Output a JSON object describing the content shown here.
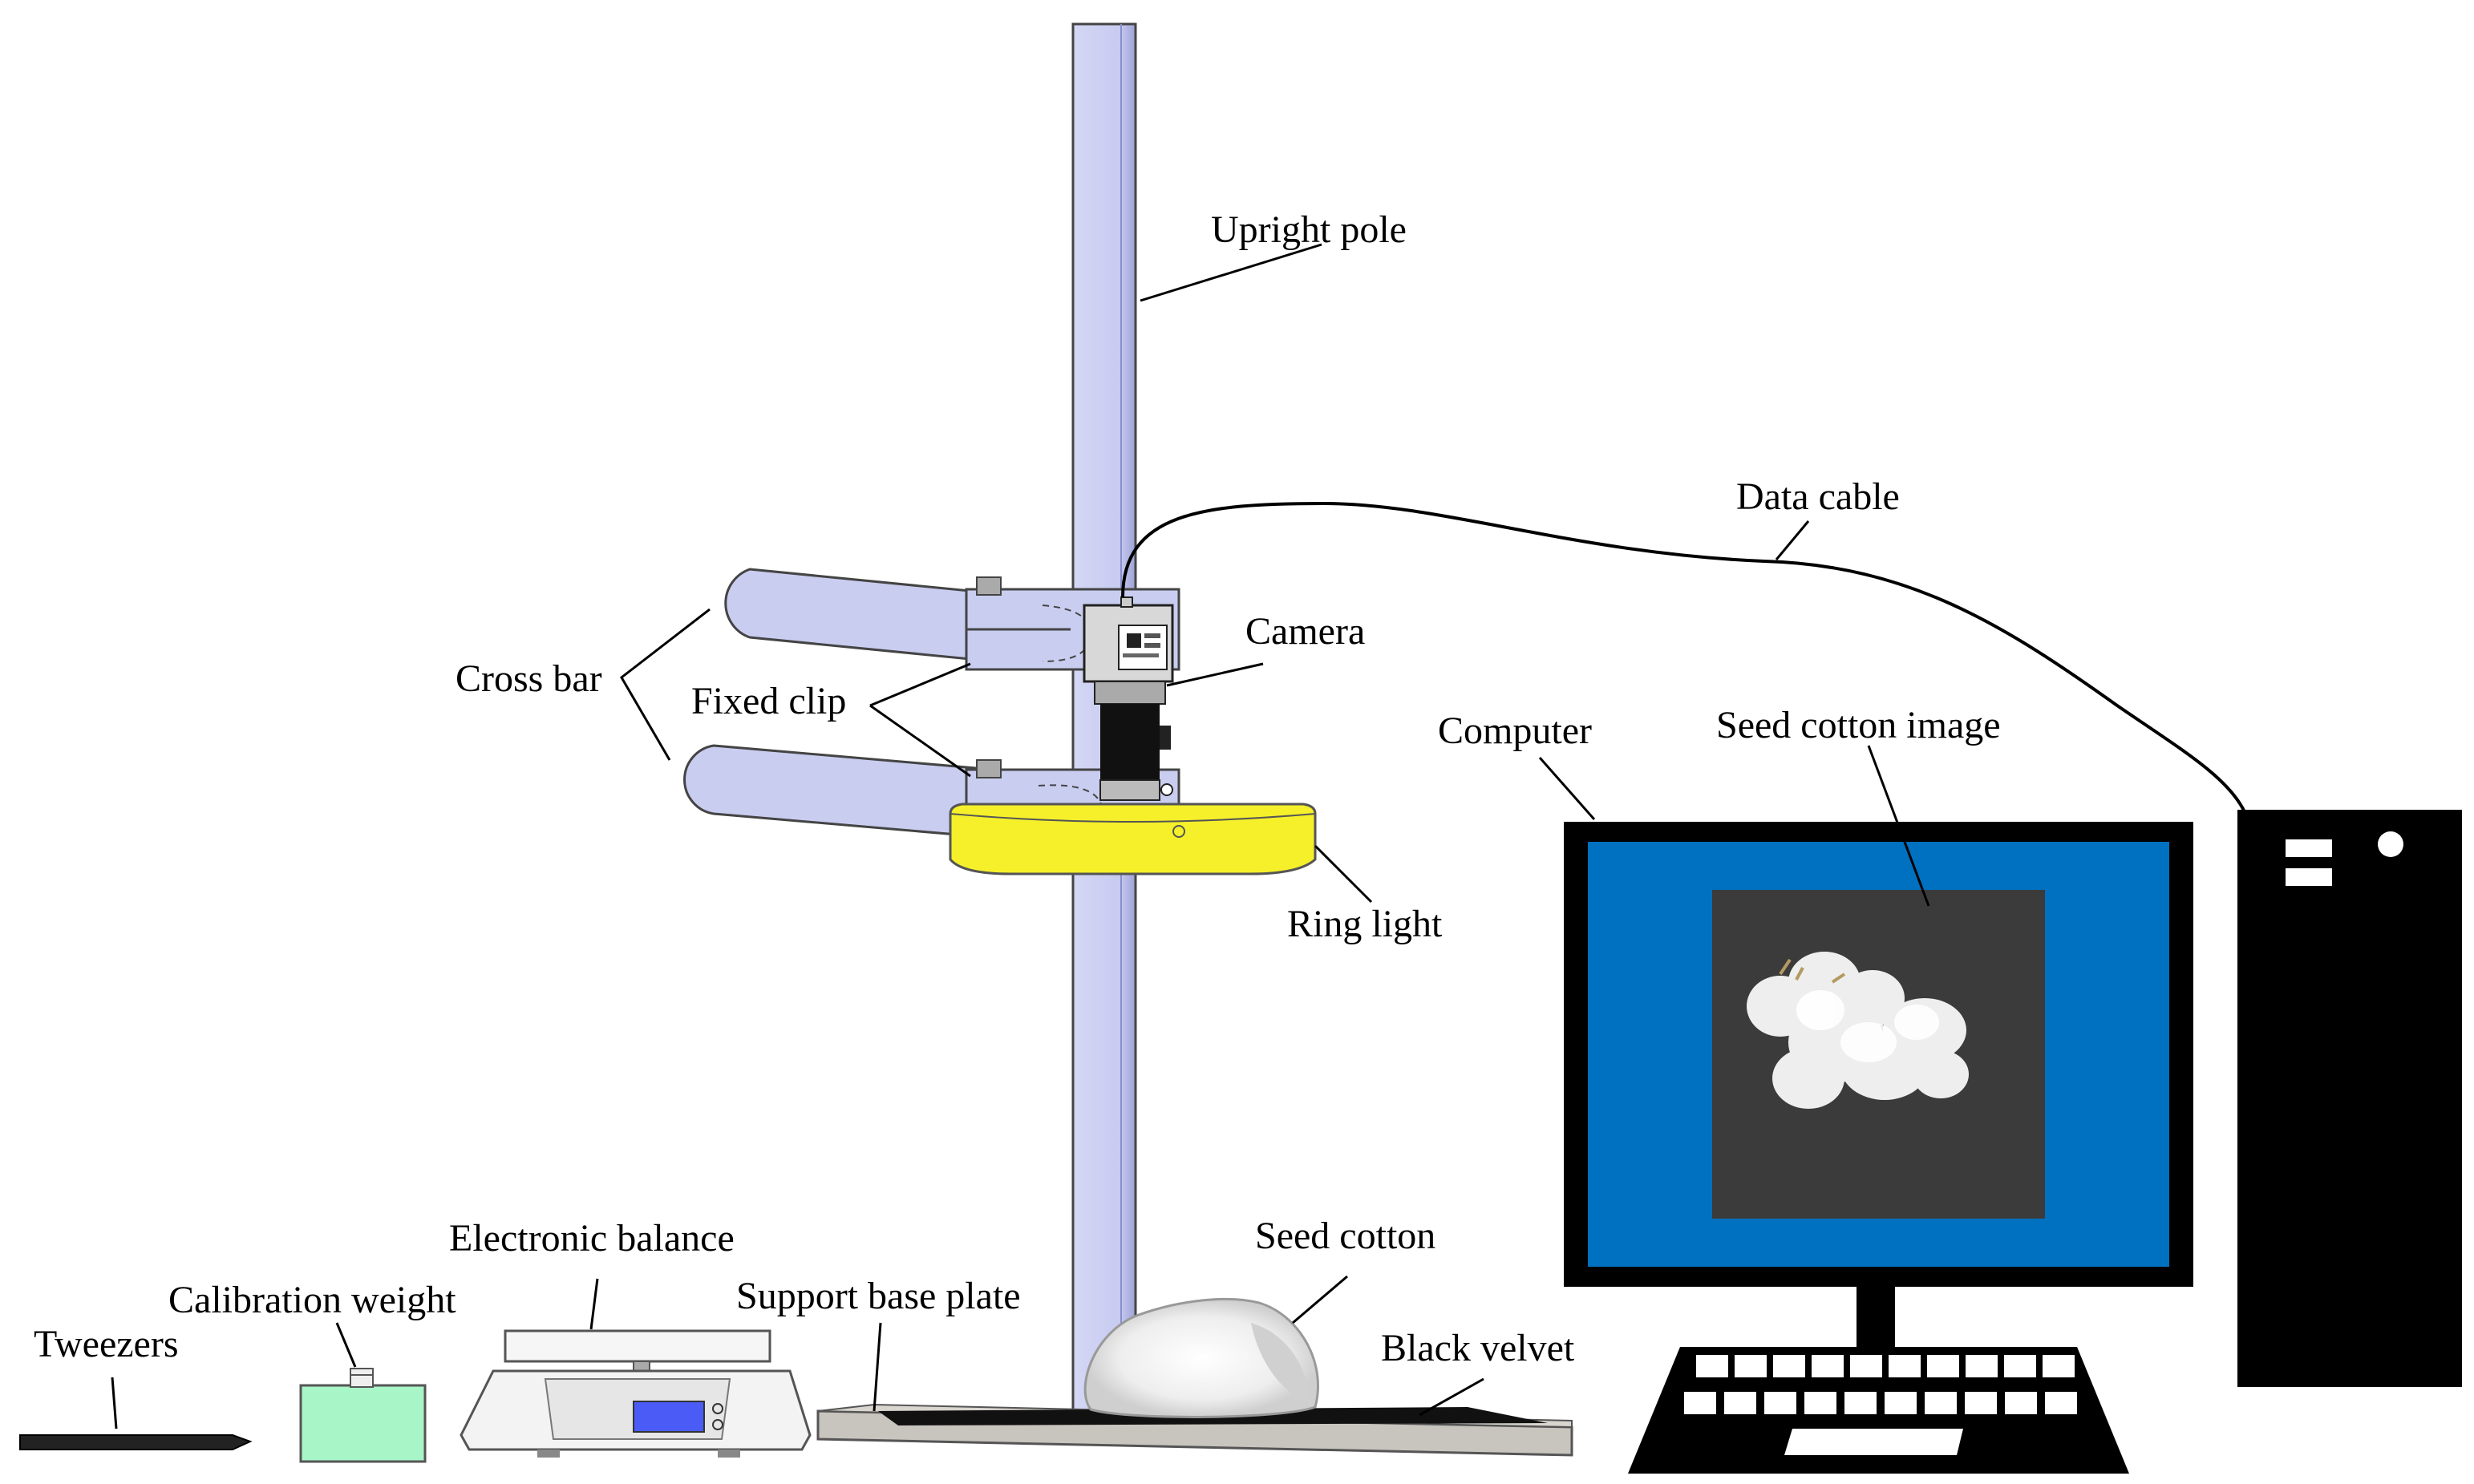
{
  "labels": {
    "upright_pole": "Upright pole",
    "data_cable": "Data cable",
    "camera": "Camera",
    "cross_bar": "Cross bar",
    "fixed_clip": "Fixed clip",
    "ring_light": "Ring light",
    "computer": "Computer",
    "seed_cotton_image": "Seed cotton image",
    "electronic_balance": "Electronic balance",
    "calibration_weight": "Calibration weight",
    "tweezers": "Tweezers",
    "support_base_plate": "Support base plate",
    "seed_cotton": "Seed cotton",
    "black_velvet": "Black velvet"
  },
  "colors": {
    "pole": "#c9cdf0",
    "bar": "#c9cdf0",
    "ring_light": "#f5f02a",
    "monitor_screen": "#0070c0",
    "image_bg": "#3b3b3b",
    "weight": "#a8f5c8",
    "balance_display": "#4a5cf5",
    "base_plate": "#c8c4be",
    "black": "#000000"
  }
}
